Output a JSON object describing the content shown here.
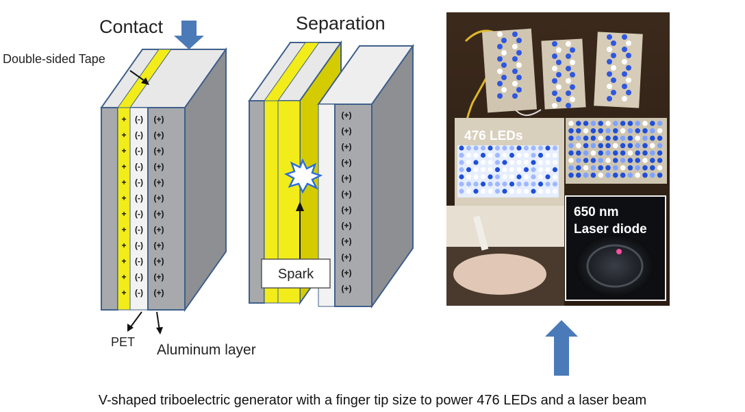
{
  "diagram": {
    "contact_title": "Contact",
    "separation_title": "Separation",
    "tape_label": "Double-sided Tape",
    "pet_label": "PET",
    "aluminum_label": "Aluminum layer",
    "spark_label": "Spark",
    "plus_sign": "(+)",
    "minus_sign": "(-)",
    "plus_short": "+",
    "charge_rows": 12,
    "separation_rows": 12
  },
  "photo": {
    "led_label": "476 LEDs",
    "laser_wavelength": "650 nm",
    "laser_label": "Laser diode"
  },
  "caption": "V-shaped triboelectric generator with a finger tip size to power 476 LEDs and a laser beam",
  "colors": {
    "yellow": "#f2ec1a",
    "yellow_dark": "#d4cc00",
    "gray_face": "#a7a9ac",
    "gray_side": "#8d8f92",
    "white_layer": "#f2f2f2",
    "arrow_blue": "#4a7ab8",
    "edge": "#3f5f8a"
  }
}
